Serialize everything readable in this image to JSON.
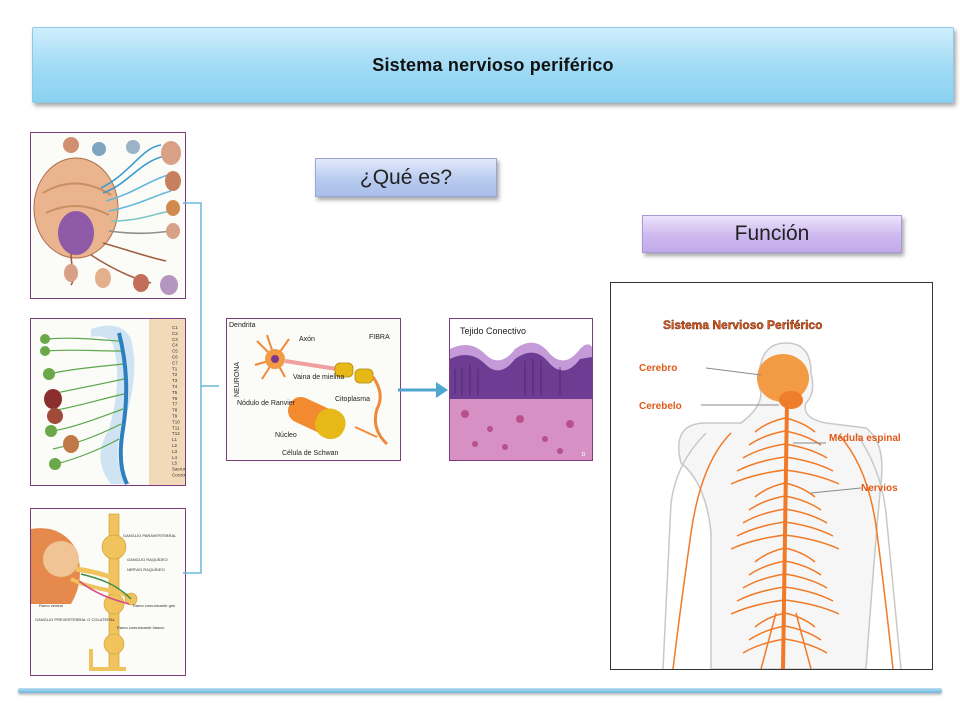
{
  "title": "Sistema nervioso periférico",
  "buttons": {
    "que_es": "¿Qué es?",
    "funcion": "Función"
  },
  "images": {
    "spinal_levels": [
      "C1",
      "C2",
      "C3",
      "C4",
      "C5",
      "C6",
      "C7",
      "T1",
      "T2",
      "T3",
      "T4",
      "T5",
      "T6",
      "T7",
      "T8",
      "T9",
      "T10",
      "T11",
      "T12",
      "L1",
      "L2",
      "L3",
      "L4",
      "L5",
      "Sacrum",
      "Coccix"
    ],
    "ganglion_labels": [
      "GANGLIO PARAVERTEBRAL",
      "GANGLIO RAQUÍDEO",
      "NERVIO RAQUÍDEO",
      "Ramo ventral",
      "Ramo comunicante gris",
      "GANGLIO PREVERTEBRAL O COLATERAL",
      "Ramo comunicante blanco"
    ],
    "neuron_labels": {
      "dendrita": "Dendrita",
      "axon": "Axón",
      "neurona": "NEURONA",
      "vaina": "Vaina de mielina",
      "fibra": "FIBRA",
      "nodulo": "Nódulo de Ranvier",
      "citoplasma": "Citoplasma",
      "nucleo": "Núcleo",
      "schwan": "Célula de Schwan"
    },
    "tissue_label": "Tejido Conectivo",
    "tissue_corner": "b",
    "body_labels": {
      "title": "Sistema Nervioso Periférico",
      "cerebro": "Cerebro",
      "cerebelo": "Cerebelo",
      "medula": "Médula espinal",
      "nervios": "Nervios"
    }
  },
  "colors": {
    "title_bar": "#9fdaf5",
    "tag_que": "#b8cbef",
    "tag_funcion": "#cdb8ef",
    "nerve_orange": "#f07a28",
    "connector": "#6db5dc"
  }
}
